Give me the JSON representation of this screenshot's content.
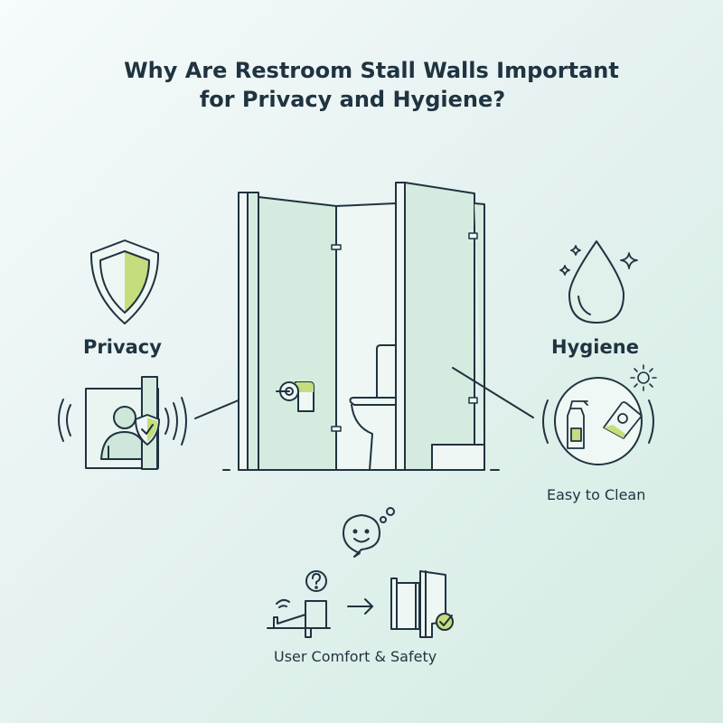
{
  "title": {
    "line1": "Why Are Restroom Stall Walls Important",
    "line2": "for Privacy and Hygiene?"
  },
  "sections": {
    "privacy": {
      "label": "Privacy",
      "icons": [
        "shield-icon",
        "person-behind-wall-icon",
        "sound-waves-icon"
      ]
    },
    "hygiene": {
      "label": "Hygiene",
      "caption": "Easy to Clean",
      "icons": [
        "water-drop-icon",
        "sparkle-icon",
        "spray-bottle-icon",
        "cleaning-cloth-icon",
        "germ-icon"
      ]
    },
    "comfort": {
      "caption": "User Comfort & Safety",
      "icons": [
        "smiley-speech-bubble-icon",
        "question-mark-icon",
        "arrow-right-icon",
        "closed-stall-icon",
        "checkmark-icon"
      ]
    }
  },
  "center": {
    "illustration": "restroom-stall",
    "elements": [
      "stall-door-left",
      "toilet",
      "toilet-paper-holder",
      "stall-door-right"
    ]
  },
  "colors": {
    "ink": "#1f3340",
    "accent": "#c5dd7c",
    "panel": "#d6ebe0",
    "panel_light": "#eef7f4"
  }
}
